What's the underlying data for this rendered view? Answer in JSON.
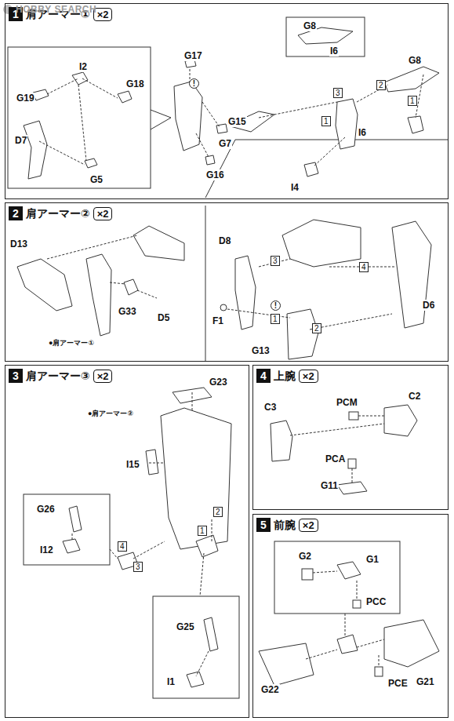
{
  "diagram": {
    "nodes": [
      {
        "text": [
          "1",
          "肩アーマー①",
          "×2"
        ]
      },
      {
        "text": [
          "2",
          "肩アーマー②",
          "×2"
        ]
      },
      {
        "text": [
          "3",
          "肩アーマー③",
          "×2"
        ]
      },
      {
        "text": [
          "4",
          "上腕",
          "×2"
        ]
      },
      {
        "text": [
          "5",
          "前腕",
          "×2"
        ]
      }
    ],
    "labels": [
      "HOBBY SEARCH",
      "G17",
      "!",
      "I2",
      "G19",
      "G18",
      "G15",
      "D7",
      "G5",
      "G16",
      "G8",
      "I6",
      "G8",
      "3",
      "2",
      "G7",
      "1",
      "1",
      "I6",
      "I4",
      "D13",
      "D8",
      "3",
      "4",
      "D5",
      "G33",
      "F1",
      "!",
      "1",
      "2",
      "D6",
      "●肩アーマー①",
      "G13",
      "G23",
      "●肩アーマー②",
      "I15",
      "2",
      "1",
      "G26",
      "4",
      "3",
      "I12",
      "G25",
      "I1",
      "C3",
      "PCM",
      "C2",
      "PCA",
      "G11",
      "G2",
      "G1",
      "PCC",
      "G22",
      "PCE",
      "G21"
    ]
  }
}
